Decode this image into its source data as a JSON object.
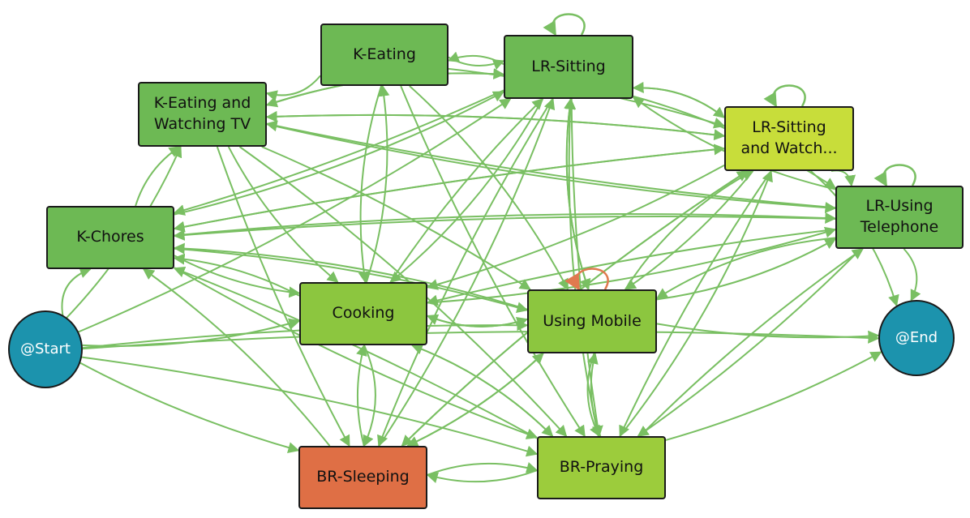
{
  "colors": {
    "edge": "#79bf62",
    "self_loop_highlight": "#e07a4f",
    "node_green": "#6db954",
    "node_light_green": "#8cc63f",
    "node_yellow_green": "#b9d73a",
    "node_orange": "#df6f45",
    "node_terminal": "#1c93ad",
    "border": "#1a1a1a"
  },
  "nodes": [
    {
      "id": "start",
      "label": "@Start",
      "shape": "circle",
      "color": "#1c93ad",
      "text_color": "#ffffff"
    },
    {
      "id": "end",
      "label": "@End",
      "shape": "circle",
      "color": "#1c93ad",
      "text_color": "#ffffff"
    },
    {
      "id": "k_eating",
      "label": "K-Eating",
      "shape": "rect",
      "color": "#6db954",
      "text_color": "#111111"
    },
    {
      "id": "lr_sitting",
      "label": "LR-Sitting",
      "shape": "rect",
      "color": "#6db954",
      "text_color": "#111111"
    },
    {
      "id": "k_eating_tv",
      "label": "K-Eating and\nWatching TV",
      "shape": "rect",
      "color": "#6db954",
      "text_color": "#111111"
    },
    {
      "id": "lr_sitting_watch",
      "label": "LR-Sitting\nand Watch...",
      "shape": "rect",
      "color": "#c8dd3a",
      "text_color": "#111111"
    },
    {
      "id": "lr_telephone",
      "label": "LR-Using\nTelephone",
      "shape": "rect",
      "color": "#6db954",
      "text_color": "#111111"
    },
    {
      "id": "k_chores",
      "label": "K-Chores",
      "shape": "rect",
      "color": "#6db954",
      "text_color": "#111111"
    },
    {
      "id": "cooking",
      "label": "Cooking",
      "shape": "rect",
      "color": "#8cc63f",
      "text_color": "#111111"
    },
    {
      "id": "using_mobile",
      "label": "Using Mobile",
      "shape": "rect",
      "color": "#8cc63f",
      "text_color": "#111111"
    },
    {
      "id": "br_sleeping",
      "label": "BR-Sleeping",
      "shape": "rect",
      "color": "#df6f45",
      "text_color": "#111111"
    },
    {
      "id": "br_praying",
      "label": "BR-Praying",
      "shape": "rect",
      "color": "#9ccc3c",
      "text_color": "#111111"
    }
  ],
  "self_loops": [
    {
      "node": "lr_sitting",
      "color": "#79bf62"
    },
    {
      "node": "lr_sitting_watch",
      "color": "#79bf62"
    },
    {
      "node": "lr_telephone",
      "color": "#79bf62"
    },
    {
      "node": "using_mobile",
      "color": "#e07a4f"
    }
  ],
  "edges": [
    [
      "start",
      "k_chores"
    ],
    [
      "start",
      "cooking"
    ],
    [
      "start",
      "using_mobile"
    ],
    [
      "start",
      "br_sleeping"
    ],
    [
      "start",
      "br_praying"
    ],
    [
      "start",
      "lr_sitting"
    ],
    [
      "start",
      "end"
    ],
    [
      "start",
      "k_eating_tv"
    ],
    [
      "k_chores",
      "k_eating_tv"
    ],
    [
      "k_chores",
      "cooking"
    ],
    [
      "k_chores",
      "using_mobile"
    ],
    [
      "k_chores",
      "lr_sitting"
    ],
    [
      "k_chores",
      "lr_telephone"
    ],
    [
      "k_chores",
      "br_praying"
    ],
    [
      "k_chores",
      "lr_sitting_watch"
    ],
    [
      "k_eating",
      "lr_sitting"
    ],
    [
      "k_eating",
      "k_eating_tv"
    ],
    [
      "k_eating",
      "cooking"
    ],
    [
      "k_eating",
      "using_mobile"
    ],
    [
      "k_eating",
      "br_praying"
    ],
    [
      "k_eating",
      "lr_sitting_watch"
    ],
    [
      "lr_sitting",
      "k_eating"
    ],
    [
      "lr_sitting",
      "lr_sitting_watch"
    ],
    [
      "lr_sitting",
      "using_mobile"
    ],
    [
      "lr_sitting",
      "cooking"
    ],
    [
      "lr_sitting",
      "br_sleeping"
    ],
    [
      "lr_sitting",
      "k_chores"
    ],
    [
      "lr_sitting",
      "br_praying"
    ],
    [
      "lr_sitting",
      "lr_telephone"
    ],
    [
      "lr_sitting",
      "k_eating_tv"
    ],
    [
      "k_eating_tv",
      "lr_sitting"
    ],
    [
      "k_eating_tv",
      "cooking"
    ],
    [
      "k_eating_tv",
      "using_mobile"
    ],
    [
      "k_eating_tv",
      "br_sleeping"
    ],
    [
      "k_eating_tv",
      "lr_sitting_watch"
    ],
    [
      "k_eating_tv",
      "lr_telephone"
    ],
    [
      "k_eating_tv",
      "br_praying"
    ],
    [
      "lr_sitting_watch",
      "lr_sitting"
    ],
    [
      "lr_sitting_watch",
      "using_mobile"
    ],
    [
      "lr_sitting_watch",
      "k_chores"
    ],
    [
      "lr_sitting_watch",
      "cooking"
    ],
    [
      "lr_sitting_watch",
      "br_sleeping"
    ],
    [
      "lr_sitting_watch",
      "end"
    ],
    [
      "lr_sitting_watch",
      "k_eating_tv"
    ],
    [
      "lr_sitting_watch",
      "lr_telephone"
    ],
    [
      "lr_sitting_watch",
      "br_praying"
    ],
    [
      "lr_telephone",
      "end"
    ],
    [
      "lr_telephone",
      "using_mobile"
    ],
    [
      "lr_telephone",
      "lr_sitting"
    ],
    [
      "lr_telephone",
      "k_chores"
    ],
    [
      "lr_telephone",
      "br_praying"
    ],
    [
      "lr_telephone",
      "cooking"
    ],
    [
      "lr_telephone",
      "k_eating_tv"
    ],
    [
      "cooking",
      "k_eating"
    ],
    [
      "cooking",
      "br_sleeping"
    ],
    [
      "cooking",
      "using_mobile"
    ],
    [
      "cooking",
      "lr_sitting"
    ],
    [
      "cooking",
      "k_chores"
    ],
    [
      "cooking",
      "br_praying"
    ],
    [
      "cooking",
      "lr_telephone"
    ],
    [
      "using_mobile",
      "lr_sitting"
    ],
    [
      "using_mobile",
      "br_praying"
    ],
    [
      "using_mobile",
      "br_sleeping"
    ],
    [
      "using_mobile",
      "end"
    ],
    [
      "using_mobile",
      "cooking"
    ],
    [
      "using_mobile",
      "k_chores"
    ],
    [
      "using_mobile",
      "lr_sitting_watch"
    ],
    [
      "using_mobile",
      "lr_telephone"
    ],
    [
      "br_sleeping",
      "cooking"
    ],
    [
      "br_sleeping",
      "using_mobile"
    ],
    [
      "br_sleeping",
      "br_praying"
    ],
    [
      "br_sleeping",
      "lr_sitting"
    ],
    [
      "br_sleeping",
      "lr_sitting_watch"
    ],
    [
      "br_sleeping",
      "k_chores"
    ],
    [
      "br_praying",
      "using_mobile"
    ],
    [
      "br_praying",
      "end"
    ],
    [
      "br_praying",
      "br_sleeping"
    ],
    [
      "br_praying",
      "lr_sitting_watch"
    ],
    [
      "br_praying",
      "lr_sitting"
    ],
    [
      "br_praying",
      "cooking"
    ],
    [
      "br_praying",
      "lr_telephone"
    ],
    [
      "br_praying",
      "k_chores"
    ]
  ]
}
